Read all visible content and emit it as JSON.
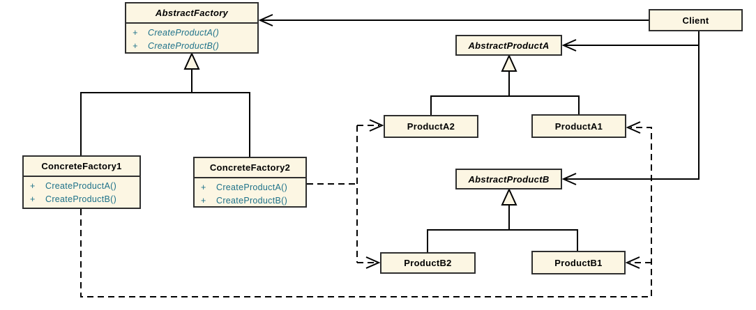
{
  "diagram": {
    "type": "uml-class-diagram",
    "pattern_name": "Abstract Factory",
    "colors": {
      "class_fill": "#FCF6E3",
      "class_border": "#2E2E2E",
      "title_text": "#000000",
      "method_text": "#1D7189",
      "connector_line": "#000000",
      "background": "#FFFFFF"
    },
    "classes": {
      "abstract_factory": {
        "name": "AbstractFactory",
        "abstract": true,
        "methods": [
          {
            "vis": "+",
            "name": "CreateProductA()"
          },
          {
            "vis": "+",
            "name": "CreateProductB()"
          }
        ]
      },
      "client": {
        "name": "Client",
        "abstract": false,
        "methods": []
      },
      "abstract_product_a": {
        "name": "AbstractProductA",
        "abstract": true,
        "methods": []
      },
      "product_a2": {
        "name": "ProductA2",
        "abstract": false,
        "methods": []
      },
      "product_a1": {
        "name": "ProductA1",
        "abstract": false,
        "methods": []
      },
      "concrete_factory1": {
        "name": "ConcreteFactory1",
        "abstract": false,
        "methods": [
          {
            "vis": "+",
            "name": "CreateProductA()"
          },
          {
            "vis": "+",
            "name": "CreateProductB()"
          }
        ]
      },
      "concrete_factory2": {
        "name": "ConcreteFactory2",
        "abstract": false,
        "methods": [
          {
            "vis": "+",
            "name": "CreateProductA()"
          },
          {
            "vis": "+",
            "name": "CreateProductB()"
          }
        ]
      },
      "abstract_product_b": {
        "name": "AbstractProductB",
        "abstract": true,
        "methods": []
      },
      "product_b2": {
        "name": "ProductB2",
        "abstract": false,
        "methods": []
      },
      "product_b1": {
        "name": "ProductB1",
        "abstract": false,
        "methods": []
      }
    },
    "relationships": [
      {
        "from": "Client",
        "to": "AbstractFactory",
        "type": "directed-association",
        "line": "solid",
        "arrow": "open"
      },
      {
        "from": "Client",
        "to": "AbstractProductA",
        "type": "directed-association",
        "line": "solid",
        "arrow": "open"
      },
      {
        "from": "Client",
        "to": "AbstractProductB",
        "type": "directed-association",
        "line": "solid",
        "arrow": "open"
      },
      {
        "from": "ConcreteFactory1",
        "to": "AbstractFactory",
        "type": "generalization",
        "line": "solid",
        "arrow": "hollow-triangle"
      },
      {
        "from": "ConcreteFactory2",
        "to": "AbstractFactory",
        "type": "generalization",
        "line": "solid",
        "arrow": "hollow-triangle"
      },
      {
        "from": "ProductA2",
        "to": "AbstractProductA",
        "type": "generalization",
        "line": "solid",
        "arrow": "hollow-triangle"
      },
      {
        "from": "ProductA1",
        "to": "AbstractProductA",
        "type": "generalization",
        "line": "solid",
        "arrow": "hollow-triangle"
      },
      {
        "from": "ProductB2",
        "to": "AbstractProductB",
        "type": "generalization",
        "line": "solid",
        "arrow": "hollow-triangle"
      },
      {
        "from": "ProductB1",
        "to": "AbstractProductB",
        "type": "generalization",
        "line": "solid",
        "arrow": "hollow-triangle"
      },
      {
        "from": "ConcreteFactory2",
        "to": "ProductA2",
        "type": "dependency-creates",
        "line": "dashed",
        "arrow": "open"
      },
      {
        "from": "ConcreteFactory2",
        "to": "ProductB2",
        "type": "dependency-creates",
        "line": "dashed",
        "arrow": "open"
      },
      {
        "from": "ConcreteFactory1",
        "to": "ProductA1",
        "type": "dependency-creates",
        "line": "dashed",
        "arrow": "open"
      },
      {
        "from": "ConcreteFactory1",
        "to": "ProductB1",
        "type": "dependency-creates",
        "line": "dashed",
        "arrow": "open"
      }
    ]
  }
}
